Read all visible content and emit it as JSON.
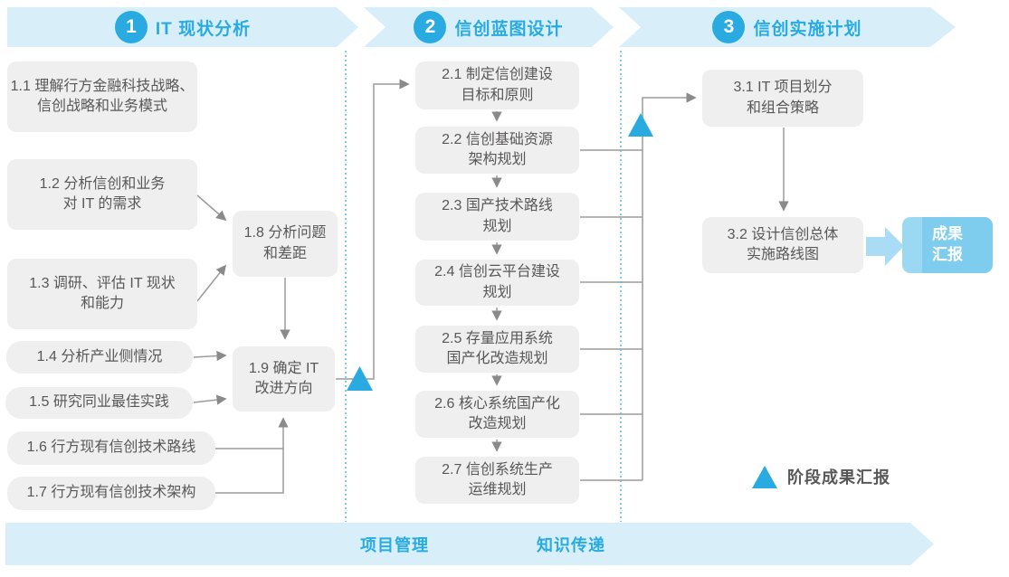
{
  "header": {
    "phases": [
      {
        "number": "1",
        "title": "IT 现状分析"
      },
      {
        "number": "2",
        "title": "信创蓝图设计"
      },
      {
        "number": "3",
        "title": "信创实施计划"
      }
    ]
  },
  "phase1": {
    "boxes": [
      {
        "id": "1.1",
        "lines": [
          "1.1 理解行方金融科技战略、",
          "信创战略和业务模式"
        ]
      },
      {
        "id": "1.2",
        "lines": [
          "1.2 分析信创和业务",
          "对 IT 的需求"
        ]
      },
      {
        "id": "1.3",
        "lines": [
          "1.3 调研、评估 IT 现状",
          "和能力"
        ]
      },
      {
        "id": "1.4",
        "lines": [
          "1.4 分析产业侧情况"
        ]
      },
      {
        "id": "1.5",
        "lines": [
          "1.5 研究同业最佳实践"
        ]
      },
      {
        "id": "1.6",
        "lines": [
          "1.6 行方现有信创技术路线"
        ]
      },
      {
        "id": "1.7",
        "lines": [
          "1.7 行方现有信创技术架构"
        ]
      },
      {
        "id": "1.8",
        "lines": [
          "1.8 分析问题",
          "和差距"
        ]
      },
      {
        "id": "1.9",
        "lines": [
          "1.9 确定 IT",
          "改进方向"
        ]
      }
    ]
  },
  "phase2": {
    "boxes": [
      {
        "id": "2.1",
        "lines": [
          "2.1 制定信创建设",
          "目标和原则"
        ]
      },
      {
        "id": "2.2",
        "lines": [
          "2.2 信创基础资源",
          "架构规划"
        ]
      },
      {
        "id": "2.3",
        "lines": [
          "2.3 国产技术路线",
          "规划"
        ]
      },
      {
        "id": "2.4",
        "lines": [
          "2.4 信创云平台建设",
          "规划"
        ]
      },
      {
        "id": "2.5",
        "lines": [
          "2.5 存量应用系统",
          "国产化改造规划"
        ]
      },
      {
        "id": "2.6",
        "lines": [
          "2.6 核心系统国产化",
          "改造规划"
        ]
      },
      {
        "id": "2.7",
        "lines": [
          "2.7 信创系统生产",
          "运维规划"
        ]
      }
    ]
  },
  "phase3": {
    "boxes": [
      {
        "id": "3.1",
        "lines": [
          "3.1 IT 项目划分",
          "和组合策略"
        ]
      },
      {
        "id": "3.2",
        "lines": [
          "3.2 设计信创总体",
          "实施路线图"
        ]
      }
    ]
  },
  "output": {
    "lines": [
      "成果",
      "汇报"
    ]
  },
  "legend": {
    "label": "阶段成果汇报"
  },
  "footer": {
    "labels": [
      "项目管理",
      "知识传递"
    ]
  },
  "colors": {
    "accent_blue": "#29ABE2",
    "banner_fill": "#D8EFFA",
    "box_fill": "#EFEFEF",
    "box_text": "#595757",
    "connector_gray": "#9B9B9B",
    "divider_blue": "#4CC0E8",
    "deliverable_fill": "#7ECDEE",
    "block_arrow_fill": "#AADDF5"
  }
}
